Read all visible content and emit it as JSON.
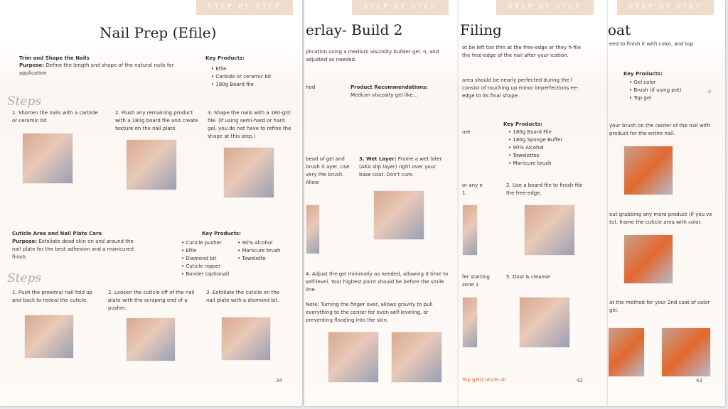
{
  "banner": "STEP BY STEP",
  "p1": {
    "title": "Nail Prep (Efile)",
    "s1_head": "Trim and Shape the Nails",
    "purpose_label": "Purpose:",
    "s1_purpose": "Define the length and shape of the natural nails for application",
    "kp": "Key Products:",
    "s1_products": [
      "Efile",
      "Carbide or ceramic bit",
      "180g Board file"
    ],
    "steps_label": "Steps",
    "s1_steps": [
      "1. Shorten the nails with a carbide or ceramic bit",
      "2. Flush any remaining product with a 180g board file and create texture on the nail plate",
      "3. Shape the nails with a 180-grit file. (If using semi-hard or hard gel, you do not have to refine the shape at this step.)"
    ],
    "s2_head": "Cuticle Area  and Nail Plate Care",
    "s2_purpose": "Exfoliate dead skin on and around the nail plate for the best adhesion and a manicured finish.",
    "s2_products_a": [
      "Cuticle pusher",
      "Efile",
      "Diamond bit",
      "Cuticle nipper",
      "Bonder (optional)"
    ],
    "s2_products_b": [
      "90% alcohol",
      "Manicure brush",
      "Towelette"
    ],
    "s2_steps": [
      "1. Push the proximal nail fold up and back to reveal the cuticle.",
      "2. Loosen the cuticle off of the nail plate with the scraping end of a pusher.",
      "3. Exfoliate the cuticle on the nail plate with a diamond bit."
    ],
    "page": "34"
  },
  "p2": {
    "title": "erlay- Build 2",
    "intro": "plication using a medium viscosity builder gel. n, and adjusted as needed.",
    "method": "hod",
    "prod_head": "Product Recommendations:",
    "prod": "Medium viscosity gel like...",
    "left_text": "bead of gel and brush it ayer. Use very the brush. Allow",
    "step3_label": "3. Wet Layer:",
    "step3": "Frame a wet later (AKA slip layer) right over your base coat. Don't cure.",
    "step4": "4. Adjust the gel minimally as needed, allowing it time to self-level. Your highest point should be before the smile line.",
    "note": "Note: Turning the finger over, allows gravity to pull everything to the center for even self-leveling, or preventing flooding into the skin."
  },
  "p3": {
    "title": "Filing",
    "intro1": "ot be left too thin at the free-edge or they h-file the free-edge of the nail after your ication.",
    "intro2": "area should be nearly perfected during the l consist of touching up minor imperfections ee-edge to its final shape.",
    "ure": "ure",
    "kp": "Key Products:",
    "products": [
      "180g Board File",
      "180g Sponge Buffer",
      "90% Alcohol",
      "Towelettes",
      "Manicure brush"
    ],
    "left1": "or any e 1.",
    "step2": "2. Use a board file to finish-file the free-edge.",
    "left2": "fer starting zone 1",
    "step5": "5. Dust & cleanse",
    "bottom": "Top gel/Cuticle oil",
    "page": "42"
  },
  "p4": {
    "title": "oat",
    "intro": "eed to finish it with color, and top",
    "kp": "Key Products:",
    "products": [
      "Gel color",
      "Brush (if using pot)",
      "Top gel"
    ],
    "s1": "your brush on the center of the nail with product for the entire nail.",
    "s2": "out grabbing any more product (if you ve to), frame the cuticle area with color.",
    "s3": "at the method for your 2nd coat of color gel.",
    "page": "43"
  }
}
